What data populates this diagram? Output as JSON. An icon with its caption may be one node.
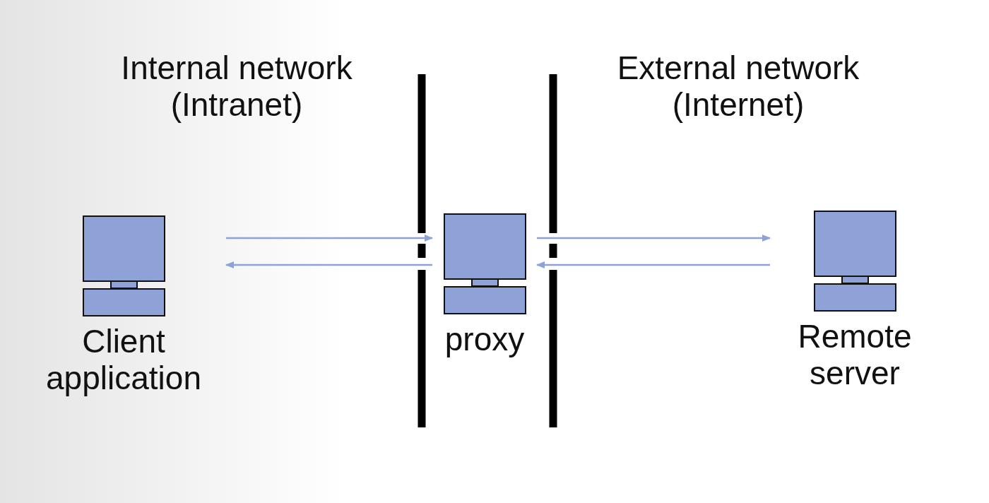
{
  "diagram": {
    "nodes": [
      {
        "text": [
          "Client application"
        ]
      },
      {
        "text": [
          "proxy"
        ]
      },
      {
        "text": [
          "Remote server"
        ]
      }
    ],
    "edges": [
      {
        "from": 0,
        "to": 1,
        "arrow": "to"
      },
      {
        "from": 1,
        "to": 0,
        "arrow": "to"
      },
      {
        "from": 1,
        "to": 2,
        "arrow": "to"
      },
      {
        "from": 2,
        "to": 1,
        "arrow": "to"
      }
    ],
    "labels": [
      "Internal network (Intranet)",
      "External network (Internet)"
    ]
  }
}
